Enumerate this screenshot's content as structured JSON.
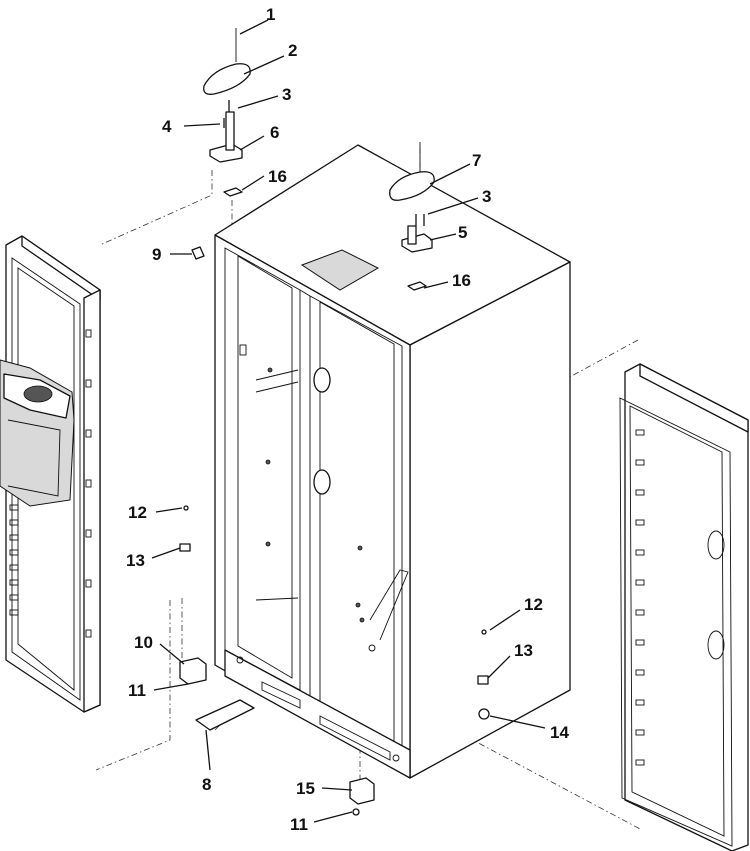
{
  "diagram": {
    "callouts": [
      {
        "id": "c1",
        "label": "1"
      },
      {
        "id": "c2",
        "label": "2"
      },
      {
        "id": "c3a",
        "label": "3"
      },
      {
        "id": "c4",
        "label": "4"
      },
      {
        "id": "c6",
        "label": "6"
      },
      {
        "id": "c16a",
        "label": "16"
      },
      {
        "id": "c9",
        "label": "9"
      },
      {
        "id": "c7",
        "label": "7"
      },
      {
        "id": "c3b",
        "label": "3"
      },
      {
        "id": "c5",
        "label": "5"
      },
      {
        "id": "c16b",
        "label": "16"
      },
      {
        "id": "c12a",
        "label": "12"
      },
      {
        "id": "c13a",
        "label": "13"
      },
      {
        "id": "c10",
        "label": "10"
      },
      {
        "id": "c11a",
        "label": "11"
      },
      {
        "id": "c8",
        "label": "8"
      },
      {
        "id": "c12b",
        "label": "12"
      },
      {
        "id": "c13b",
        "label": "13"
      },
      {
        "id": "c14",
        "label": "14"
      },
      {
        "id": "c15",
        "label": "15"
      },
      {
        "id": "c11b",
        "label": "11"
      }
    ]
  }
}
